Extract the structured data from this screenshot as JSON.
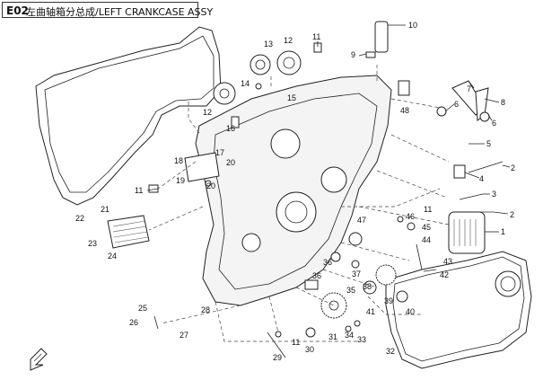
{
  "header": {
    "code": "E02",
    "title": "左曲轴箱分总成/LEFT CRANKCASE ASSY"
  },
  "callouts": [
    "1",
    "2",
    "3",
    "4",
    "5",
    "6",
    "7",
    "8",
    "9",
    "10",
    "11",
    "12",
    "13",
    "14",
    "15",
    "16",
    "17",
    "18",
    "19",
    "20",
    "21",
    "22",
    "23",
    "24",
    "25",
    "26",
    "27",
    "28",
    "29",
    "30",
    "31",
    "32",
    "33",
    "34",
    "35",
    "36",
    "37",
    "38",
    "39",
    "40",
    "41",
    "42",
    "43",
    "44",
    "45",
    "46",
    "47",
    "48"
  ]
}
